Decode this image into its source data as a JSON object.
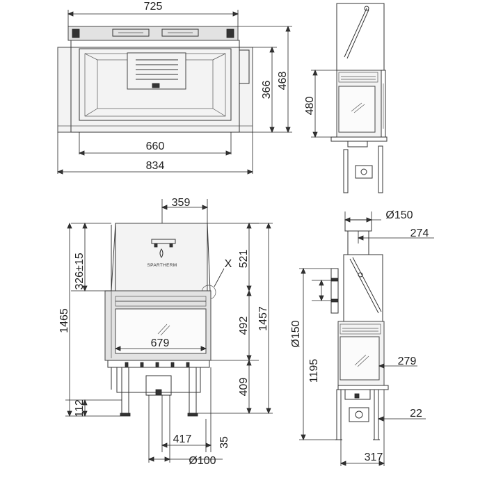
{
  "drawing": {
    "brand": "SPARTHERM",
    "detail_marker": "X",
    "top_left_view": {
      "dims": [
        "725",
        "468",
        "366",
        "660",
        "834"
      ]
    },
    "top_right_view": {
      "dims": [
        "480"
      ]
    },
    "front_view": {
      "dims": [
        "359",
        "521",
        "326±15",
        "1465",
        "492",
        "1457",
        "679",
        "409",
        "112",
        "417",
        "35",
        "Ø100"
      ]
    },
    "side_view": {
      "dims": [
        "Ø150",
        "274",
        "Ø150",
        "1195",
        "279",
        "22",
        "317"
      ]
    }
  }
}
